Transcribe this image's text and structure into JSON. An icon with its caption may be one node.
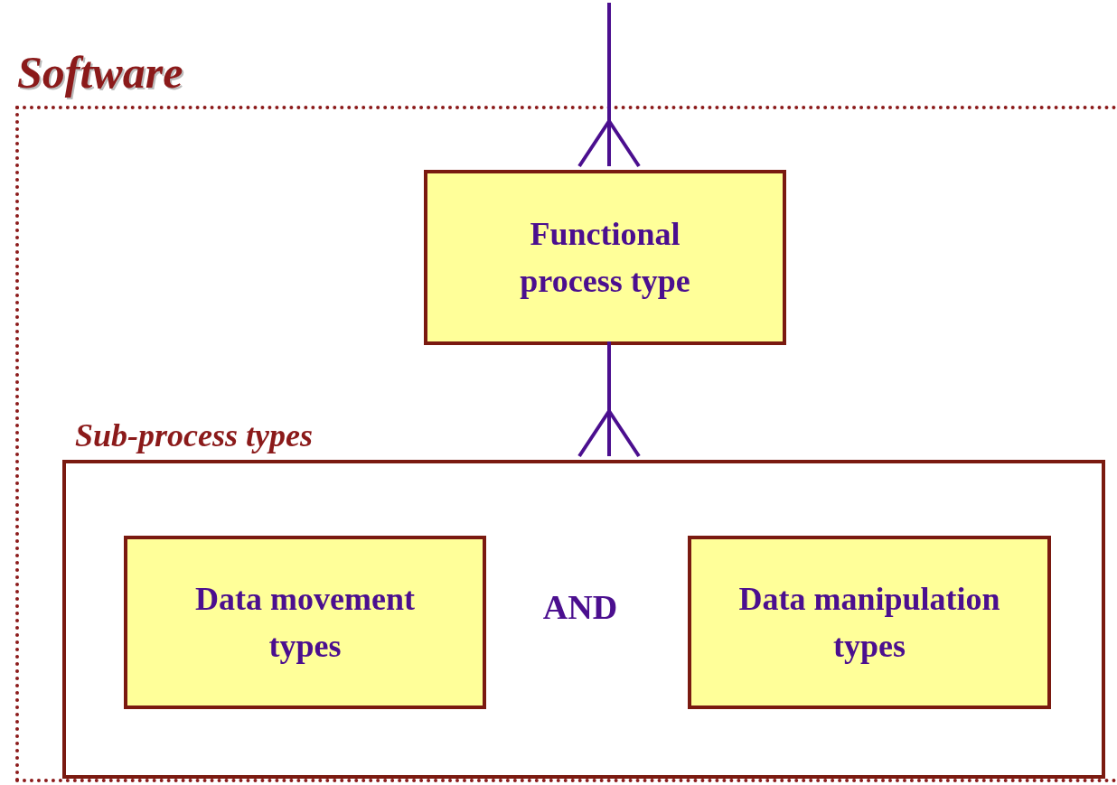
{
  "diagram": {
    "nodes": [
      {
        "text": [
          "Software"
        ]
      },
      {
        "text": [
          "Functional process type"
        ],
        "in": 0
      },
      {
        "text": [
          "Sub-process types"
        ],
        "in": 0
      },
      {
        "text": [
          "Data movement types"
        ],
        "in": 2
      },
      {
        "text": [
          "Data manipulation types"
        ],
        "in": 2
      }
    ],
    "edges": [
      {
        "from": null,
        "to": 1,
        "arrow": "other"
      },
      {
        "from": 1,
        "to": 2,
        "arrow": "other"
      }
    ],
    "labels": [
      "AND"
    ]
  }
}
